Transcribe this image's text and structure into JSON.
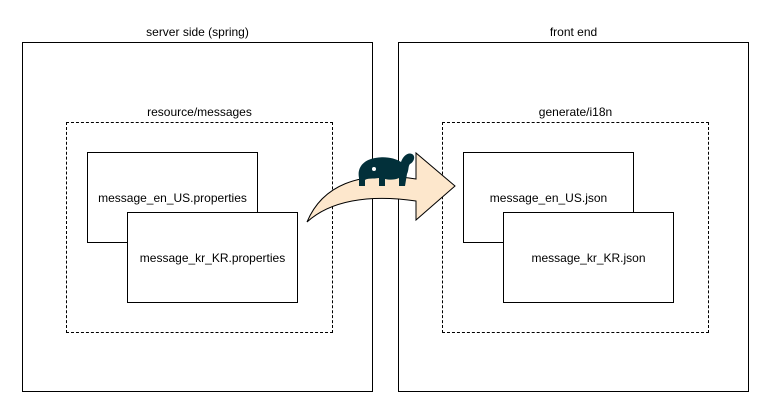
{
  "server": {
    "title": "server side (spring)",
    "group_title": "resource/messages",
    "files": [
      "message_en_US.properties",
      "message_kr_KR.properties"
    ]
  },
  "frontend": {
    "title": "front end",
    "group_title": "generate/i18n",
    "files": [
      "message_en_US.json",
      "message_kr_KR.json"
    ]
  },
  "connector": {
    "icon": "gradle-elephant-icon",
    "arrow_fill": "#fde7cc",
    "icon_color": "#02303a"
  }
}
